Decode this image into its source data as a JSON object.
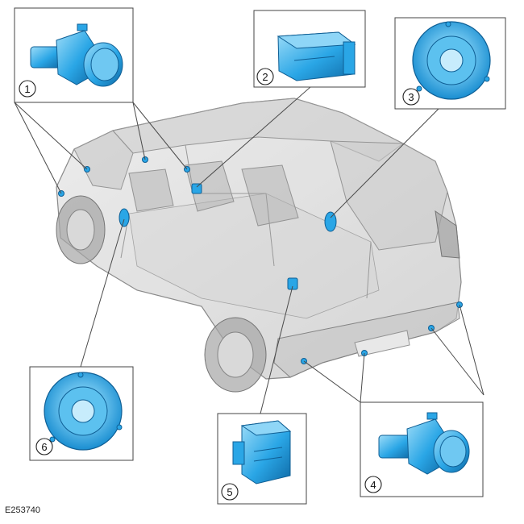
{
  "figure": {
    "id_label": "E253740"
  },
  "callouts": [
    {
      "number": "1",
      "component_icon": "parking-sensor-icon"
    },
    {
      "number": "2",
      "component_icon": "control-module-icon"
    },
    {
      "number": "3",
      "component_icon": "speaker-icon"
    },
    {
      "number": "4",
      "component_icon": "parking-sensor-icon"
    },
    {
      "number": "5",
      "component_icon": "control-module-icon"
    },
    {
      "number": "6",
      "component_icon": "speaker-icon"
    }
  ],
  "colors": {
    "component_blue": "#2aa6e6",
    "component_light": "#8fd6f7",
    "component_dark": "#11639a",
    "vehicle_ghost": "#b5b5b5",
    "leader_line": "#4a4a4a",
    "box_border": "#444444"
  }
}
